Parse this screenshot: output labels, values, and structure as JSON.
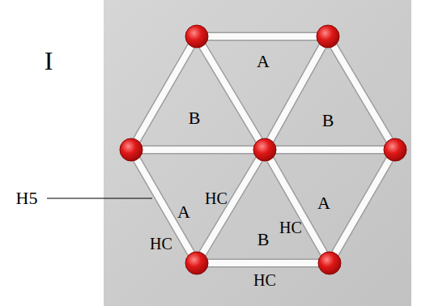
{
  "diagram": {
    "labels": [
      "I",
      "A",
      "B",
      "B",
      "H5",
      "A",
      "HC",
      "A",
      "HC",
      "B",
      "HC",
      "HC"
    ]
  }
}
